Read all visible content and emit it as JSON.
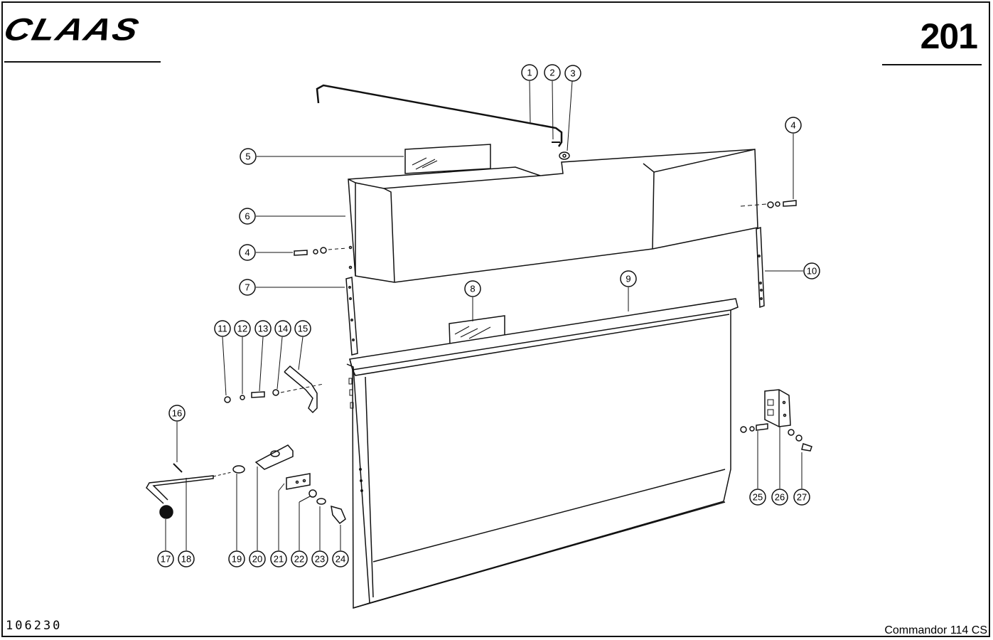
{
  "header": {
    "brand": "CLAAS",
    "page_number": "201"
  },
  "footer": {
    "document_code": "106230",
    "model": "Commandor 114 CS"
  },
  "callouts": [
    {
      "id": "1",
      "label": "1"
    },
    {
      "id": "2",
      "label": "2"
    },
    {
      "id": "3",
      "label": "3"
    },
    {
      "id": "4a",
      "label": "4"
    },
    {
      "id": "5",
      "label": "5"
    },
    {
      "id": "6",
      "label": "6"
    },
    {
      "id": "4b",
      "label": "4"
    },
    {
      "id": "7",
      "label": "7"
    },
    {
      "id": "8",
      "label": "8"
    },
    {
      "id": "9",
      "label": "9"
    },
    {
      "id": "10",
      "label": "10"
    },
    {
      "id": "11",
      "label": "11"
    },
    {
      "id": "12",
      "label": "12"
    },
    {
      "id": "13",
      "label": "13"
    },
    {
      "id": "14",
      "label": "14"
    },
    {
      "id": "15",
      "label": "15"
    },
    {
      "id": "16",
      "label": "16"
    },
    {
      "id": "17",
      "label": "17"
    },
    {
      "id": "18",
      "label": "18"
    },
    {
      "id": "19",
      "label": "19"
    },
    {
      "id": "20",
      "label": "20"
    },
    {
      "id": "21",
      "label": "21"
    },
    {
      "id": "22",
      "label": "22"
    },
    {
      "id": "23",
      "label": "23"
    },
    {
      "id": "24",
      "label": "24"
    },
    {
      "id": "25",
      "label": "25"
    },
    {
      "id": "26",
      "label": "26"
    },
    {
      "id": "27",
      "label": "27"
    }
  ]
}
